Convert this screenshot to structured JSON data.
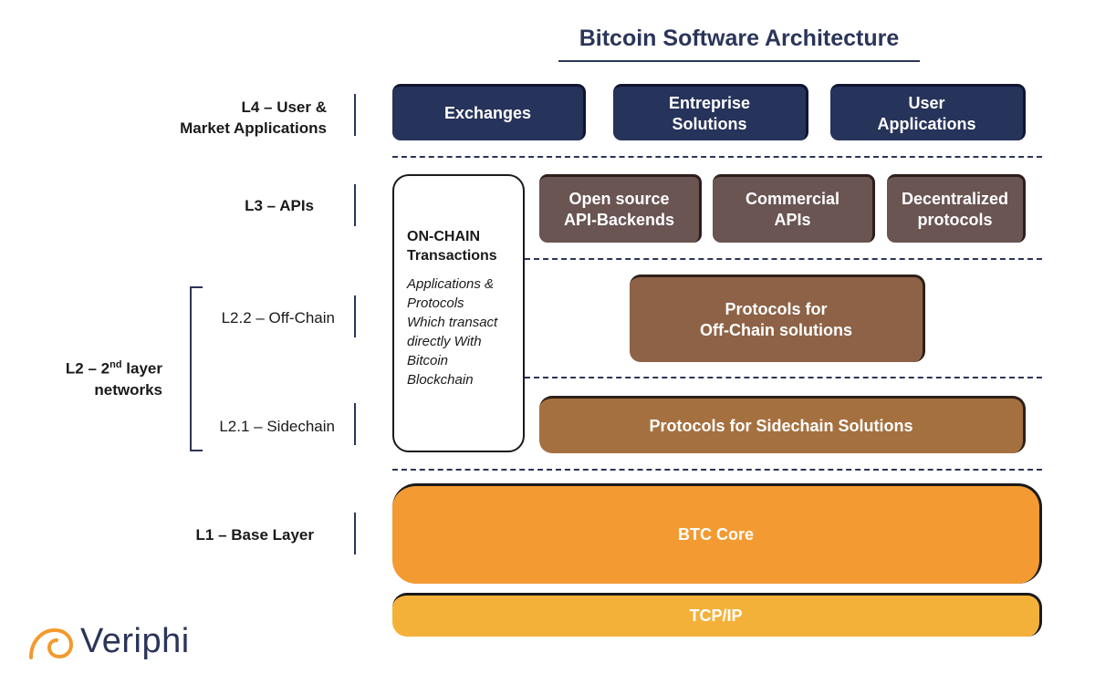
{
  "title": "Bitcoin Software Architecture",
  "layers": {
    "l4": {
      "line1": "L4 – User &",
      "line2": "Market Applications"
    },
    "l3": "L3 – APIs",
    "l2": {
      "line1a": "L2 – 2",
      "line1sup": "nd",
      "line1b": " layer",
      "line2": "networks"
    },
    "l22": "L2.2 – Off-Chain",
    "l21": "L2.1 – Sidechain",
    "l1": "L1 – Base Layer"
  },
  "boxes": {
    "exchanges": "Exchanges",
    "enterprise": {
      "line1": "Entreprise",
      "line2": "Solutions"
    },
    "user_apps": {
      "line1": "User",
      "line2": "Applications"
    },
    "open_source": {
      "line1": "Open source",
      "line2": "API-Backends"
    },
    "commercial": {
      "line1": "Commercial",
      "line2": "APIs"
    },
    "decentralized": {
      "line1": "Decentralized",
      "line2": "protocols"
    },
    "offchain": {
      "line1": "Protocols for",
      "line2": "Off-Chain solutions"
    },
    "sidechain": "Protocols for Sidechain Solutions",
    "btc_core": "BTC Core",
    "tcpip": "TCP/IP"
  },
  "onchain": {
    "head1": "ON-CHAIN",
    "head2": "Transactions",
    "desc": [
      "Applications &",
      "Protocols",
      "Which transact",
      "directly With",
      "Bitcoin",
      "Blockchain"
    ]
  },
  "logo": {
    "text": "Veriphi"
  },
  "colors": {
    "navy": "#26335a",
    "grey_brown": "#6a5552",
    "brown": "#8d6246",
    "tan": "#a5703f",
    "orange": "#f39a32",
    "yellow": "#f4b13a",
    "logo_orange": "#f29a2e"
  }
}
